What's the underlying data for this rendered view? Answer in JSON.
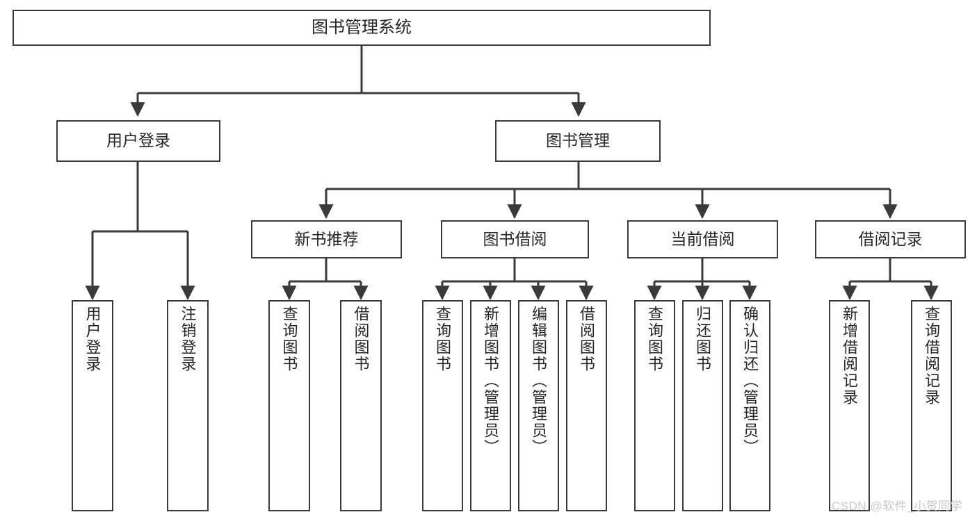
{
  "diagram": {
    "title": "图书管理系统",
    "type": "tree-hierarchy-chart",
    "background_color": "#ffffff",
    "line_color": "#3a3a3a",
    "text_color": "#262626"
  },
  "nodes": {
    "root": {
      "label": "图书管理系统"
    },
    "level1": [
      {
        "id": "user-login",
        "label": "用户登录"
      },
      {
        "id": "book-manage",
        "label": "图书管理"
      }
    ],
    "level2": [
      {
        "id": "new-book-recommend",
        "label": "新书推荐"
      },
      {
        "id": "book-borrow",
        "label": "图书借阅"
      },
      {
        "id": "current-borrow",
        "label": "当前借阅"
      },
      {
        "id": "borrow-record",
        "label": "借阅记录"
      }
    ],
    "leaves": {
      "user_login": [
        {
          "id": "leaf-user-login",
          "label": "用户登录"
        },
        {
          "id": "leaf-logout",
          "label": "注销登录"
        }
      ],
      "new_book_recommend": [
        {
          "id": "leaf-query-book-1",
          "label": "查询图书"
        },
        {
          "id": "leaf-borrow-book-1",
          "label": "借阅图书"
        }
      ],
      "book_borrow": [
        {
          "id": "leaf-query-book-2",
          "label": "查询图书"
        },
        {
          "id": "leaf-add-book",
          "label": "新增图书（管理员）"
        },
        {
          "id": "leaf-edit-book",
          "label": "编辑图书（管理员）"
        },
        {
          "id": "leaf-borrow-book-2",
          "label": "借阅图书"
        }
      ],
      "current_borrow": [
        {
          "id": "leaf-query-book-3",
          "label": "查询图书"
        },
        {
          "id": "leaf-return-book",
          "label": "归还图书"
        },
        {
          "id": "leaf-confirm-return",
          "label": "确认归还（管理员）"
        }
      ],
      "borrow_record": [
        {
          "id": "leaf-add-record",
          "label": "新增借阅记录"
        },
        {
          "id": "leaf-query-record",
          "label": "查询借阅记录"
        }
      ]
    }
  },
  "watermark": {
    "text": "CSDN @软件_小贺同学"
  }
}
